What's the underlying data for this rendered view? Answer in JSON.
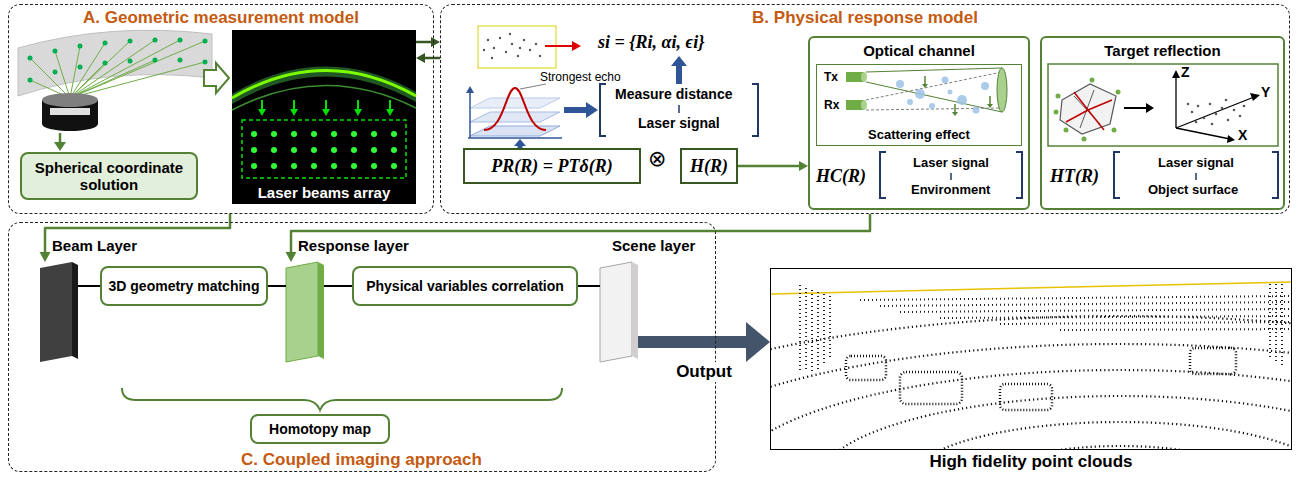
{
  "diagram": {
    "nodes": [
      {
        "text": [
          "A. Geometric measurement model"
        ]
      },
      {
        "text": [
          "Spherical coordinate solution"
        ],
        "in": 0
      },
      {
        "text": [
          "Laser beams array"
        ],
        "in": 0
      },
      {
        "text": [
          "B. Physical response model"
        ]
      },
      {
        "text": [
          "PR(R) = PTδ(R)"
        ],
        "in": 3
      },
      {
        "text": [
          "H(R)"
        ],
        "in": 3
      },
      {
        "text": [
          "Optical channel"
        ],
        "in": 3
      },
      {
        "text": [
          "Scattering effect"
        ],
        "in": 6
      },
      {
        "text": [
          "Target reflection"
        ],
        "in": 3
      },
      {
        "text": [
          "C. Coupled imaging approach"
        ]
      },
      {
        "text": [
          "Beam Layer"
        ],
        "in": 9
      },
      {
        "text": [
          "3D geometry matching"
        ],
        "in": 9
      },
      {
        "text": [
          "Response layer"
        ],
        "in": 9
      },
      {
        "text": [
          "Physical variables correlation"
        ],
        "in": 9
      },
      {
        "text": [
          "Scene layer"
        ],
        "in": 9
      },
      {
        "text": [
          "Homotopy map"
        ],
        "in": 9
      },
      {
        "text": [
          "High fidelity point clouds"
        ]
      }
    ],
    "edges": [
      {
        "from": 2,
        "to": 3,
        "arrow": "to"
      },
      {
        "from": 3,
        "to": 2,
        "arrow": "to"
      },
      {
        "from": 5,
        "to": 6,
        "arrow": "to"
      },
      {
        "from": 0,
        "to": 10,
        "arrow": "to"
      },
      {
        "from": 3,
        "to": 12,
        "arrow": "to"
      },
      {
        "from": 10,
        "to": 11,
        "arrow": "none"
      },
      {
        "from": 11,
        "to": 12,
        "arrow": "none"
      },
      {
        "from": 12,
        "to": 13,
        "arrow": "none"
      },
      {
        "from": 13,
        "to": 14,
        "arrow": "none"
      },
      {
        "from": 14,
        "to": 16,
        "arrow": "to",
        "label": "Output"
      }
    ],
    "labels": [
      "Strongest echo",
      "si = {Ri, αi, ϵi}",
      "Measure distance",
      "Laser signal",
      "⊗",
      "HC(R)",
      "Laser signal",
      "Environment",
      "HT(R)",
      "Laser signal",
      "Object surface",
      "Tx",
      "Rx",
      "Z",
      "Y",
      "X"
    ]
  }
}
